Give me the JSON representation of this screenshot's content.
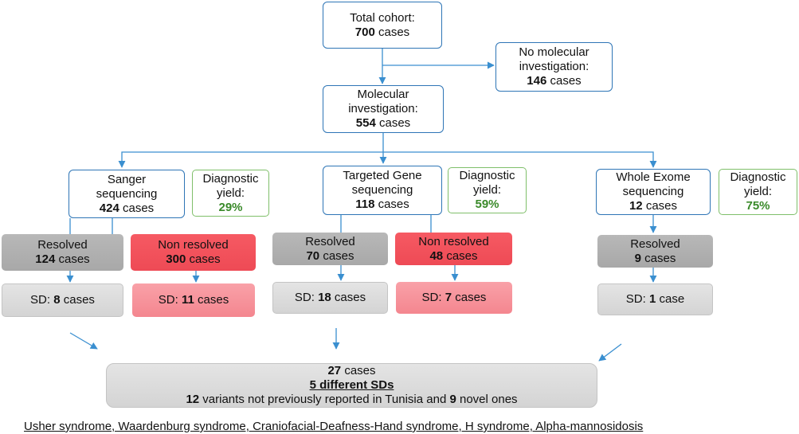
{
  "total": {
    "label": "Total cohort:",
    "count": "700",
    "unit": " cases"
  },
  "no_molecular": {
    "label_1": "No molecular",
    "label_2": "investigation:",
    "count": "146",
    "unit": " cases"
  },
  "molecular": {
    "label_1": "Molecular",
    "label_2": "investigation:",
    "count": "554",
    "unit": " cases"
  },
  "sanger": {
    "label_1": "Sanger",
    "label_2": "sequencing",
    "count": "424",
    "unit": " cases",
    "yield_label_1": "Diagnostic",
    "yield_label_2": "yield:",
    "yield_value": "29%",
    "resolved_label": "Resolved",
    "resolved_count": "124",
    "resolved_unit": " cases",
    "nonres_label": "Non resolved",
    "nonres_count": "300",
    "nonres_unit": " cases",
    "sd_res_prefix": "SD: ",
    "sd_res_count": "8",
    "sd_res_unit": " cases",
    "sd_nonres_prefix": "SD: ",
    "sd_nonres_count": "11",
    "sd_nonres_unit": " cases"
  },
  "targeted": {
    "label_1": "Targeted Gene",
    "label_2": "sequencing",
    "count": "118",
    "unit": " cases",
    "yield_label_1": "Diagnostic",
    "yield_label_2": "yield:",
    "yield_value": "59%",
    "resolved_label": "Resolved",
    "resolved_count": "70",
    "resolved_unit": " cases",
    "nonres_label": "Non resolved",
    "nonres_count": "48",
    "nonres_unit": " cases",
    "sd_res_prefix": "SD: ",
    "sd_res_count": "18",
    "sd_res_unit": " cases",
    "sd_nonres_prefix": "SD: ",
    "sd_nonres_count": "7",
    "sd_nonres_unit": " cases"
  },
  "exome": {
    "label_1": "Whole Exome",
    "label_2": "sequencing",
    "count": "12",
    "unit": " cases",
    "yield_label_1": "Diagnostic",
    "yield_label_2": "yield:",
    "yield_value": "75%",
    "resolved_label": "Resolved",
    "resolved_count": "9",
    "resolved_unit": " cases",
    "sd_res_prefix": "SD: ",
    "sd_res_count": "1",
    "sd_res_unit": " case"
  },
  "summary": {
    "count": "27",
    "unit": " cases",
    "line2": "5 different SDs",
    "line3_num1": "12",
    "line3_mid": " variants not previously reported in Tunisia and ",
    "line3_num2": "9",
    "line3_end": " novel ones"
  },
  "footnote": "Usher syndrome, Waardenburg syndrome, Craniofacial-Deafness-Hand syndrome, H syndrome, Alpha-mannosidosis",
  "colors": {
    "edge": "#3a8fd0",
    "box_border": "#2e75b6",
    "yield": "#3a8a2a",
    "nonresolved": "#ee4a55"
  }
}
